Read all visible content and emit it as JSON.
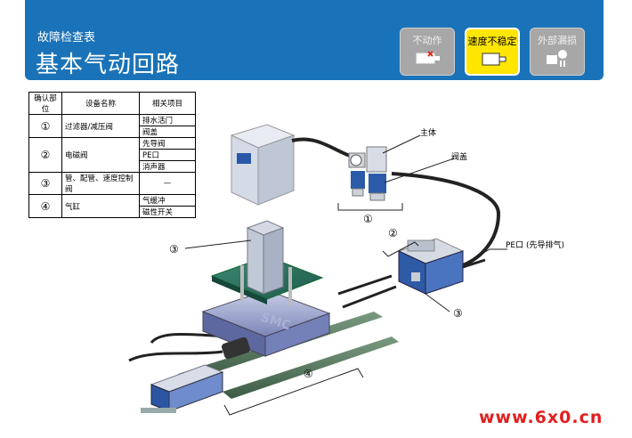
{
  "header": {
    "subtitle": "故障检查表",
    "title": "基本气动回路"
  },
  "tabs": [
    {
      "label": "不动作",
      "active": false
    },
    {
      "label": "速度不稳定",
      "active": true
    },
    {
      "label": "外部漏损",
      "active": false
    }
  ],
  "table": {
    "headers": [
      "确认部位",
      "设备名称",
      "相关项目"
    ],
    "rows": [
      {
        "num": "①",
        "name": "过滤器/减压阀",
        "items": [
          "排水活门",
          "阀盖"
        ]
      },
      {
        "num": "②",
        "name": "电磁阀",
        "items": [
          "先导阀",
          "PE口",
          "消声器"
        ]
      },
      {
        "num": "③",
        "name": "管、配管、速度控制阀",
        "items": [
          "—"
        ]
      },
      {
        "num": "④",
        "name": "气缸",
        "items": [
          "气缓冲",
          "磁性开关"
        ]
      }
    ]
  },
  "diagram": {
    "labels": {
      "main_body": "主体",
      "bonnet": "阀盖",
      "pe_port": "PE口 (先导排气)",
      "c1": "①",
      "c2": "②",
      "c3a": "③",
      "c3b": "③",
      "c4": "④"
    },
    "logo": "SMC"
  },
  "watermark": "www.6x0.cn",
  "colors": {
    "banner": "#1a73b8",
    "active_tab": "#ffe600",
    "inactive_tab": "#a7a7a7",
    "watermark": "#e02020"
  }
}
